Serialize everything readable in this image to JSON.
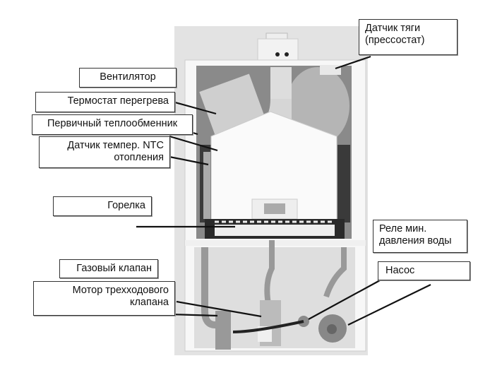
{
  "labels": {
    "fan": "Вентилятор",
    "overheat_thermostat": "Термостат перегрева",
    "primary_heat_exchanger": "Первичный теплообменник",
    "ntc_sensor_line1": "Датчик темпер. NTC",
    "ntc_sensor_line2": "отопления",
    "burner": "Горелка",
    "gas_valve": "Газовый клапан",
    "three_way_motor_line1": "Мотор трехходового",
    "three_way_motor_line2": "клапана",
    "draft_sensor_line1": "Датчик тяги",
    "draft_sensor_line2": "(прессостат)",
    "min_water_pressure_line1": "Реле мин.",
    "min_water_pressure_line2": "давления воды",
    "pump": "Насос"
  }
}
